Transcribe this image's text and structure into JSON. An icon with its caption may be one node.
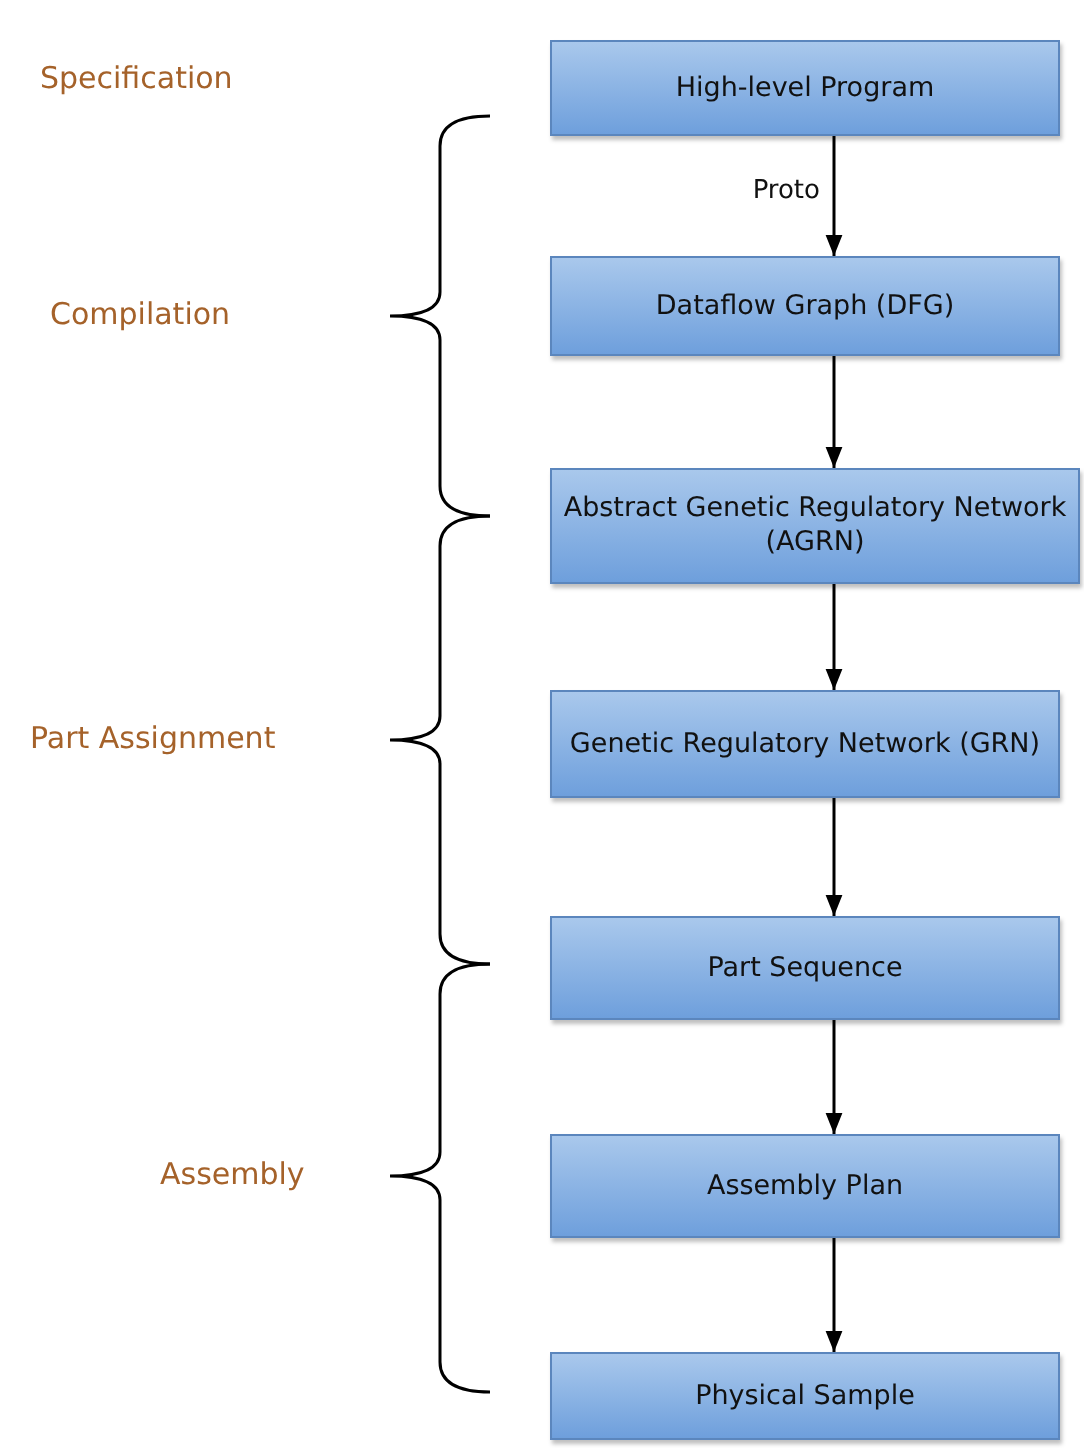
{
  "diagram": {
    "nodes": [
      {
        "text": [
          "High-level Program"
        ]
      },
      {
        "text": [
          "Dataflow Graph (DFG)"
        ]
      },
      {
        "text": [
          "Abstract Genetic Regulatory Network (AGRN)"
        ]
      },
      {
        "text": [
          "Genetic Regulatory Network (GRN)"
        ]
      },
      {
        "text": [
          "Part Sequence"
        ]
      },
      {
        "text": [
          "Assembly Plan"
        ]
      },
      {
        "text": [
          "Physical Sample"
        ]
      }
    ],
    "edges": [
      {
        "from": 0,
        "to": 1,
        "arrow": "to",
        "label": "Proto"
      },
      {
        "from": 1,
        "to": 2,
        "arrow": "to"
      },
      {
        "from": 2,
        "to": 3,
        "arrow": "to"
      },
      {
        "from": 3,
        "to": 4,
        "arrow": "to"
      },
      {
        "from": 4,
        "to": 5,
        "arrow": "to"
      },
      {
        "from": 5,
        "to": 6,
        "arrow": "to"
      }
    ],
    "labels": [
      "Specification",
      "Compilation",
      "Part Assignment",
      "Assembly"
    ]
  }
}
